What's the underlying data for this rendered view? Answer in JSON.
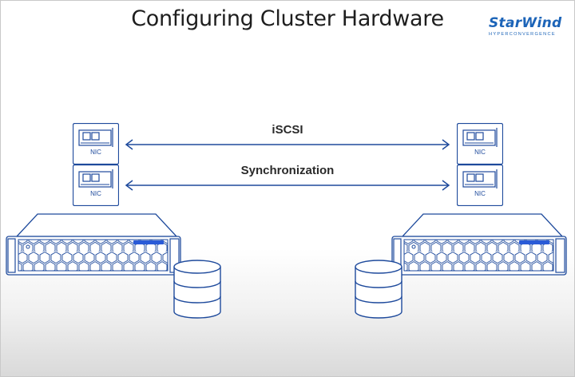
{
  "header": {
    "title": "Configuring Cluster Hardware",
    "logo_name": "StarWind",
    "logo_tagline": "HYPERCONVERGENCE"
  },
  "links": [
    {
      "label": "iSCSI"
    },
    {
      "label": "Synchronization"
    }
  ],
  "nodes": {
    "left": {
      "nics": [
        {
          "label": "NIC"
        },
        {
          "label": "NIC"
        }
      ]
    },
    "right": {
      "nics": [
        {
          "label": "NIC"
        },
        {
          "label": "NIC"
        }
      ]
    }
  },
  "colors": {
    "stroke": "#1e4a9c",
    "accent": "#2a5bd7",
    "brand": "#1c64b8"
  }
}
